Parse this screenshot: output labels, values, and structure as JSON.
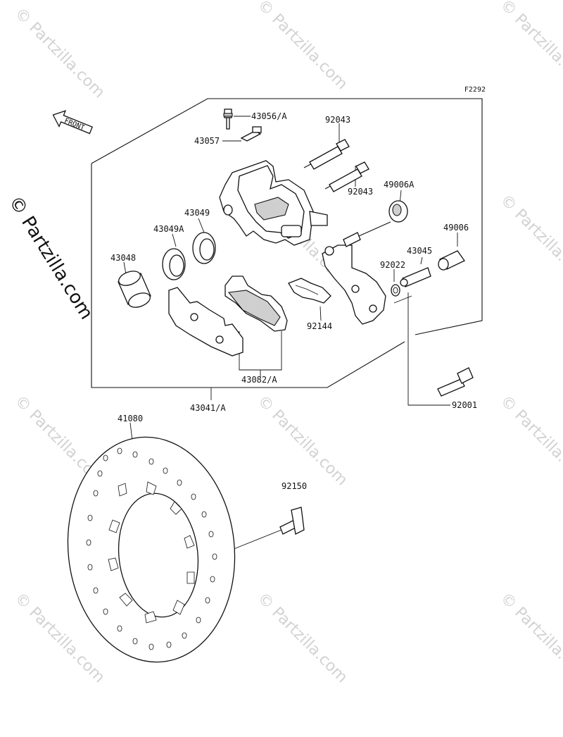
{
  "diagram": {
    "code": "F2292",
    "front_label": "FRONT",
    "labels": {
      "p43056A": "43056/A",
      "p43057": "43057",
      "p92043a": "92043",
      "p92043b": "92043",
      "p49006A": "49006A",
      "p49006": "49006",
      "p43049": "43049",
      "p43049A": "43049A",
      "p43048": "43048",
      "p43045": "43045",
      "p92022": "92022",
      "p92144": "92144",
      "p43082A": "43082/A",
      "p43041A": "43041/A",
      "p92001": "92001",
      "p41080": "41080",
      "p92150": "92150"
    }
  },
  "watermark": {
    "text": "© Partzilla.com"
  }
}
